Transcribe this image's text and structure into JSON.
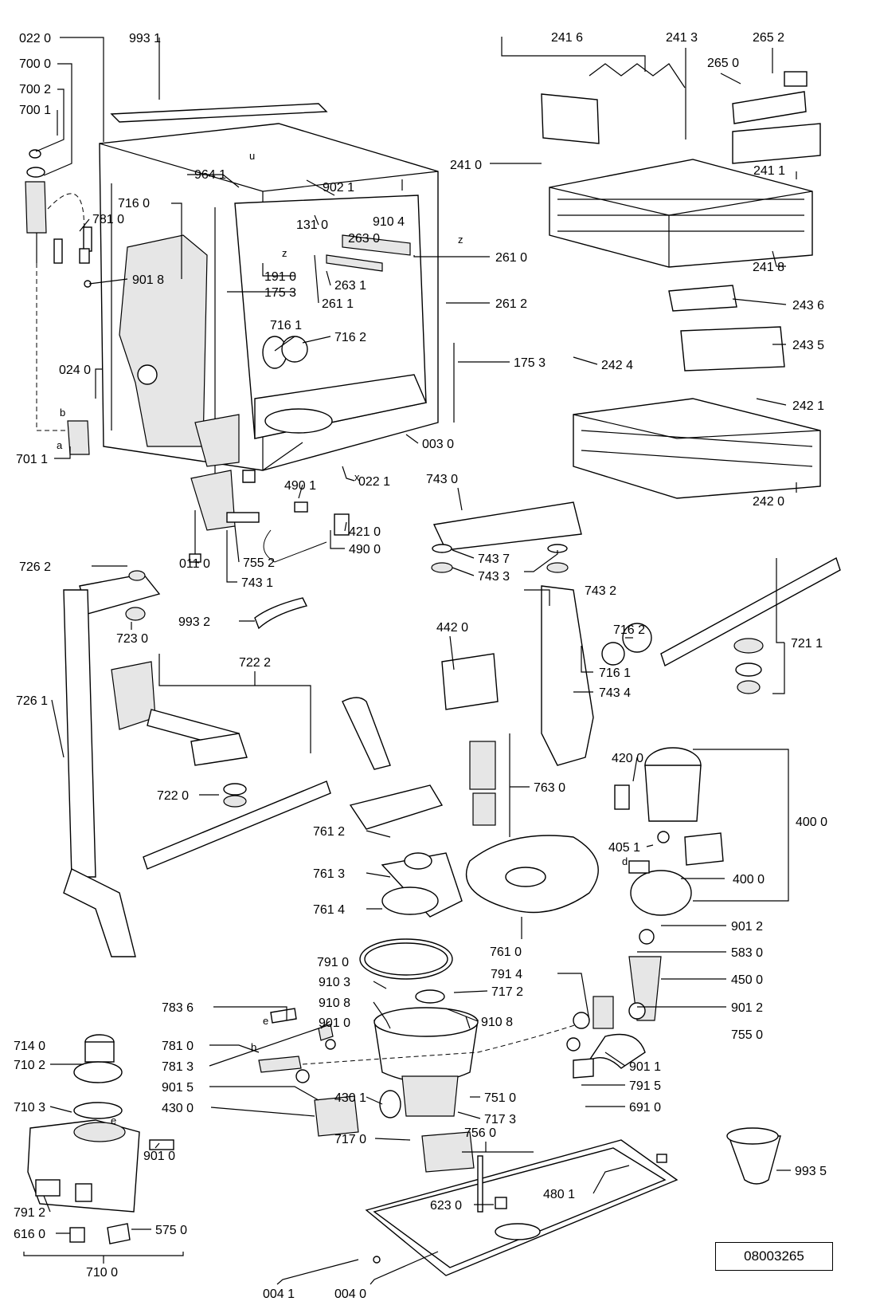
{
  "document_number": "08003265",
  "parts": [
    {
      "id": "p0220",
      "label": "022 0"
    },
    {
      "id": "p9931",
      "label": "993 1"
    },
    {
      "id": "p7000",
      "label": "700 0"
    },
    {
      "id": "p7002",
      "label": "700 2"
    },
    {
      "id": "p7001",
      "label": "700 1"
    },
    {
      "id": "p9641",
      "label": "964 1"
    },
    {
      "id": "p9021",
      "label": "902 1"
    },
    {
      "id": "p9104",
      "label": "910 4"
    },
    {
      "id": "p7160",
      "label": "716 0"
    },
    {
      "id": "p7810",
      "label": "781 0"
    },
    {
      "id": "p1310",
      "label": "131 0"
    },
    {
      "id": "p2630",
      "label": "263 0"
    },
    {
      "id": "p2610",
      "label": "261 0"
    },
    {
      "id": "p1910",
      "label": "191 0"
    },
    {
      "id": "p9018",
      "label": "901 8"
    },
    {
      "id": "p1753a",
      "label": "175 3"
    },
    {
      "id": "p2631",
      "label": "263 1"
    },
    {
      "id": "p2611",
      "label": "261 1"
    },
    {
      "id": "p2612",
      "label": "261 2"
    },
    {
      "id": "p7161",
      "label": "716 1"
    },
    {
      "id": "p7162",
      "label": "716 2"
    },
    {
      "id": "p1753b",
      "label": "175 3"
    },
    {
      "id": "p0240",
      "label": "024 0"
    },
    {
      "id": "p0030",
      "label": "003 0"
    },
    {
      "id": "p7011",
      "label": "701 1"
    },
    {
      "id": "p4901",
      "label": "490 1"
    },
    {
      "id": "p0221",
      "label": "022 1"
    },
    {
      "id": "p4210",
      "label": "421 0"
    },
    {
      "id": "p4900",
      "label": "490 0"
    },
    {
      "id": "p7552",
      "label": "755 2"
    },
    {
      "id": "p0110",
      "label": "011 0"
    },
    {
      "id": "p7431",
      "label": "743 1"
    },
    {
      "id": "p2416",
      "label": "241 6"
    },
    {
      "id": "p2413",
      "label": "241 3"
    },
    {
      "id": "p2652",
      "label": "265 2"
    },
    {
      "id": "p2650",
      "label": "265 0"
    },
    {
      "id": "p2410",
      "label": "241 0"
    },
    {
      "id": "p2411",
      "label": "241 1"
    },
    {
      "id": "p2418",
      "label": "241 8"
    },
    {
      "id": "p2436",
      "label": "243 6"
    },
    {
      "id": "p2435",
      "label": "243 5"
    },
    {
      "id": "p2424",
      "label": "242 4"
    },
    {
      "id": "p2421",
      "label": "242 1"
    },
    {
      "id": "p2420",
      "label": "242 0"
    },
    {
      "id": "p7430",
      "label": "743 0"
    },
    {
      "id": "p7437",
      "label": "743 7"
    },
    {
      "id": "p7433",
      "label": "743 3"
    },
    {
      "id": "p7432",
      "label": "743 2"
    },
    {
      "id": "p7262",
      "label": "726 2"
    },
    {
      "id": "p7230",
      "label": "723 0"
    },
    {
      "id": "p9932",
      "label": "993 2"
    },
    {
      "id": "p7222",
      "label": "722 2"
    },
    {
      "id": "p7261",
      "label": "726 1"
    },
    {
      "id": "p7220",
      "label": "722 0"
    },
    {
      "id": "p4420",
      "label": "442 0"
    },
    {
      "id": "p7162b",
      "label": "716 2"
    },
    {
      "id": "p7161b",
      "label": "716 1"
    },
    {
      "id": "p7434",
      "label": "743 4"
    },
    {
      "id": "p7211",
      "label": "721 1"
    },
    {
      "id": "p7630",
      "label": "763 0"
    },
    {
      "id": "p4200",
      "label": "420 0"
    },
    {
      "id": "p4000a",
      "label": "400 0"
    },
    {
      "id": "p4051",
      "label": "405 1"
    },
    {
      "id": "p4000b",
      "label": "400 0"
    },
    {
      "id": "p7612",
      "label": "761 2"
    },
    {
      "id": "p7613",
      "label": "761 3"
    },
    {
      "id": "p7614",
      "label": "761 4"
    },
    {
      "id": "p7610",
      "label": "761 0"
    },
    {
      "id": "p9012a",
      "label": "901 2"
    },
    {
      "id": "p7910",
      "label": "791 0"
    },
    {
      "id": "p5830",
      "label": "583 0"
    },
    {
      "id": "p7914",
      "label": "791 4"
    },
    {
      "id": "p4500",
      "label": "450 0"
    },
    {
      "id": "p9103",
      "label": "910 3"
    },
    {
      "id": "p7172",
      "label": "717 2"
    },
    {
      "id": "p7836",
      "label": "783 6"
    },
    {
      "id": "p9108a",
      "label": "910 8"
    },
    {
      "id": "p9108b",
      "label": "910 8"
    },
    {
      "id": "p9012b",
      "label": "901 2"
    },
    {
      "id": "p9010",
      "label": "901 0"
    },
    {
      "id": "p7550",
      "label": "755 0"
    },
    {
      "id": "p7140",
      "label": "714 0"
    },
    {
      "id": "p7810b",
      "label": "781 0"
    },
    {
      "id": "p7102",
      "label": "710 2"
    },
    {
      "id": "p7813",
      "label": "781 3"
    },
    {
      "id": "p9011",
      "label": "901 1"
    },
    {
      "id": "p9015",
      "label": "901 5"
    },
    {
      "id": "p7915",
      "label": "791 5"
    },
    {
      "id": "p4301",
      "label": "430 1"
    },
    {
      "id": "p7510",
      "label": "751 0"
    },
    {
      "id": "p7103",
      "label": "710 3"
    },
    {
      "id": "p4300",
      "label": "430 0"
    },
    {
      "id": "p6910",
      "label": "691 0"
    },
    {
      "id": "p7173",
      "label": "717 3"
    },
    {
      "id": "p7560",
      "label": "756 0"
    },
    {
      "id": "p7170",
      "label": "717 0"
    },
    {
      "id": "p9010b",
      "label": "901 0"
    },
    {
      "id": "p9935",
      "label": "993 5"
    },
    {
      "id": "p7912",
      "label": "791 2"
    },
    {
      "id": "p4801",
      "label": "480 1"
    },
    {
      "id": "p6230",
      "label": "623 0"
    },
    {
      "id": "p6160",
      "label": "616 0"
    },
    {
      "id": "p5750",
      "label": "575 0"
    },
    {
      "id": "p7100",
      "label": "710 0"
    },
    {
      "id": "p0041",
      "label": "004 1"
    },
    {
      "id": "p0040",
      "label": "004 0"
    }
  ],
  "letter_marks": [
    "u",
    "z",
    "z",
    "x",
    "a",
    "b",
    "d",
    "e",
    "e",
    "b"
  ]
}
